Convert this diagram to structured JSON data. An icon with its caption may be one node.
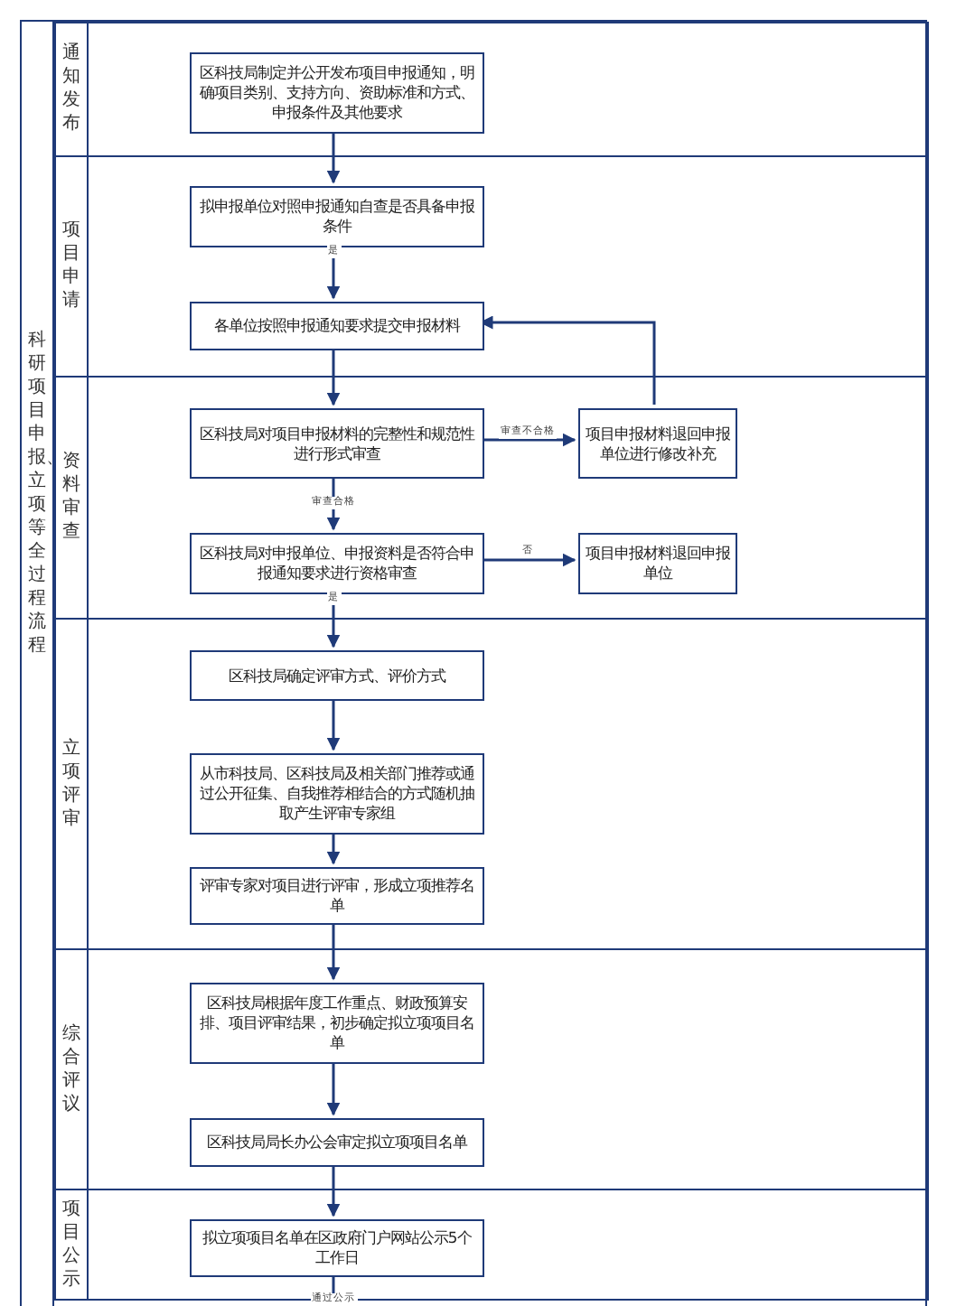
{
  "diagram": {
    "nodes": [
      {
        "text": [
          "科研项目申报、立项等全过程流程"
        ]
      },
      {
        "text": [
          "通知发布"
        ],
        "in": 0
      },
      {
        "text": [
          "区科技局制定并公开发布项目申报通知，明确项目类别、支持方向、资助标准和方式、申报条件及其他要求"
        ],
        "in": 1
      },
      {
        "text": [
          "项目申请"
        ],
        "in": 0
      },
      {
        "text": [
          "拟申报单位对照申报通知自查是否具备申报条件"
        ],
        "in": 3
      },
      {
        "text": [
          "各单位按照申报通知要求提交申报材料"
        ],
        "in": 3
      },
      {
        "text": [
          "资料审查"
        ],
        "in": 0
      },
      {
        "text": [
          "区科技局对项目申报材料的完整性和规范性进行形式审查"
        ],
        "in": 6
      },
      {
        "text": [
          "项目申报材料退回申报单位进行修改补充"
        ],
        "in": 6
      },
      {
        "text": [
          "区科技局对申报单位、申报资料是否符合申报通知要求进行资格审查"
        ],
        "in": 6
      },
      {
        "text": [
          "项目申报材料退回申报单位"
        ],
        "in": 6
      },
      {
        "text": [
          "立项评审"
        ],
        "in": 0
      },
      {
        "text": [
          "区科技局确定评审方式、评价方式"
        ],
        "in": 11
      },
      {
        "text": [
          "从市科技局、区科技局及相关部门推荐或通过公开征集、自我推荐相结合的方式随机抽取产生评审专家组"
        ],
        "in": 11
      },
      {
        "text": [
          "评审专家对项目进行评审，形成立项推荐名单"
        ],
        "in": 11
      },
      {
        "text": [
          "综合评议"
        ],
        "in": 0
      },
      {
        "text": [
          "区科技局根据年度工作重点、财政预算安排、项目评审结果，初步确定拟立项项目名单"
        ],
        "in": 15
      },
      {
        "text": [
          "区科技局局长办公会审定拟立项项目名单"
        ],
        "in": 15
      },
      {
        "text": [
          "项目公示"
        ],
        "in": 0
      },
      {
        "text": [
          "拟立项项目名单在区政府门户网站公示5个工作日"
        ],
        "in": 18
      }
    ],
    "edges": [
      {
        "from": 2,
        "to": 4,
        "arrow": "to"
      },
      {
        "from": 4,
        "to": 5,
        "arrow": "to",
        "label": "是"
      },
      {
        "from": 5,
        "to": 7,
        "arrow": "to"
      },
      {
        "from": 7,
        "to": 8,
        "arrow": "to",
        "label": "审查不合格"
      },
      {
        "from": 8,
        "to": 5,
        "arrow": "to"
      },
      {
        "from": 7,
        "to": 9,
        "arrow": "to",
        "label": "审查合格"
      },
      {
        "from": 9,
        "to": 10,
        "arrow": "to",
        "label": "否"
      },
      {
        "from": 9,
        "to": 12,
        "arrow": "to",
        "label": "是"
      },
      {
        "from": 12,
        "to": 13,
        "arrow": "to"
      },
      {
        "from": 13,
        "to": 14,
        "arrow": "to"
      },
      {
        "from": 14,
        "to": 16,
        "arrow": "to"
      },
      {
        "from": 16,
        "to": 17,
        "arrow": "to"
      },
      {
        "from": 17,
        "to": 19,
        "arrow": "to"
      },
      {
        "from": 19,
        "to": null,
        "arrow": "none",
        "label": "通过公示"
      }
    ]
  }
}
